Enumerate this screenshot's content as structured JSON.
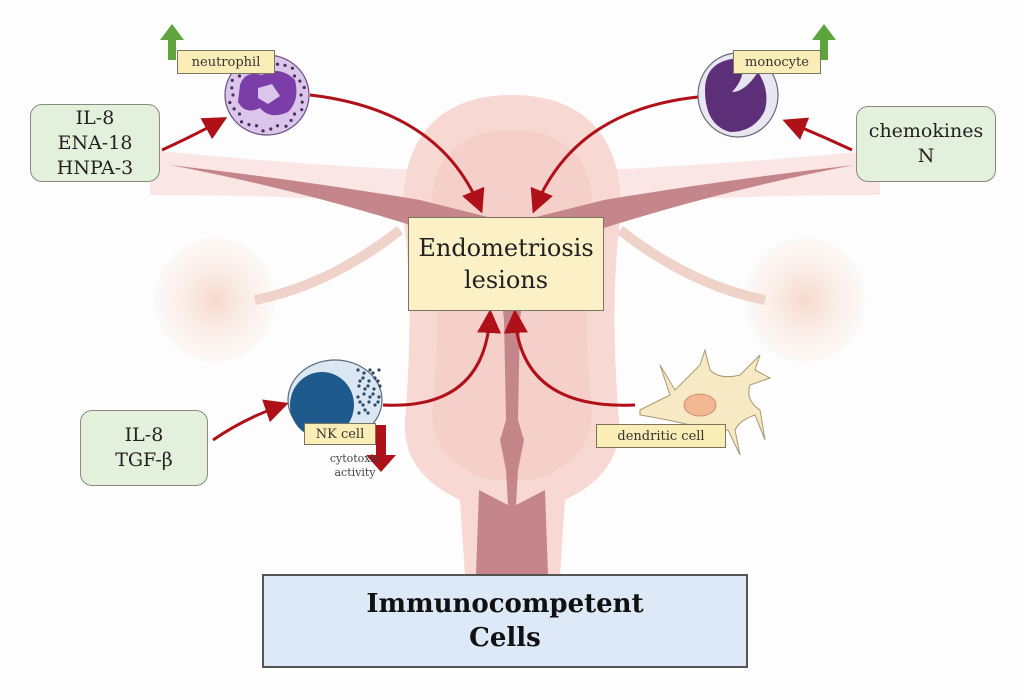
{
  "title": "Immunocompetent Cells in Endometriosis",
  "center_box": {
    "line1": "Endometriosis",
    "line2": "lesions"
  },
  "bottom_box": {
    "line1": "Immunocompetent",
    "line2": "Cells"
  },
  "cells": {
    "neutrophil": {
      "label": "neutrophil",
      "trend": "up",
      "factors": [
        "IL-8",
        "ENA-18",
        "HNPA-3"
      ]
    },
    "monocyte": {
      "label": "monocyte",
      "trend": "up",
      "factors": [
        "chemokines",
        "N"
      ]
    },
    "nk_cell": {
      "label": "NK cell",
      "trend": "down",
      "trend_note": [
        "cytotoxic",
        "activity"
      ],
      "factors": [
        "IL-8",
        "TGF-β"
      ]
    },
    "dendritic_cell": {
      "label": "dendritic cell"
    }
  },
  "colors": {
    "arrow_red": "#b01018",
    "up_arrow_green": "#5ea43c",
    "factor_box": "#e3f0dc",
    "label_box": "#fbedb6",
    "bottom_box": "#dde9f6",
    "uterus_light": "#f6d6d0",
    "uterus_dark": "#c4868a"
  }
}
